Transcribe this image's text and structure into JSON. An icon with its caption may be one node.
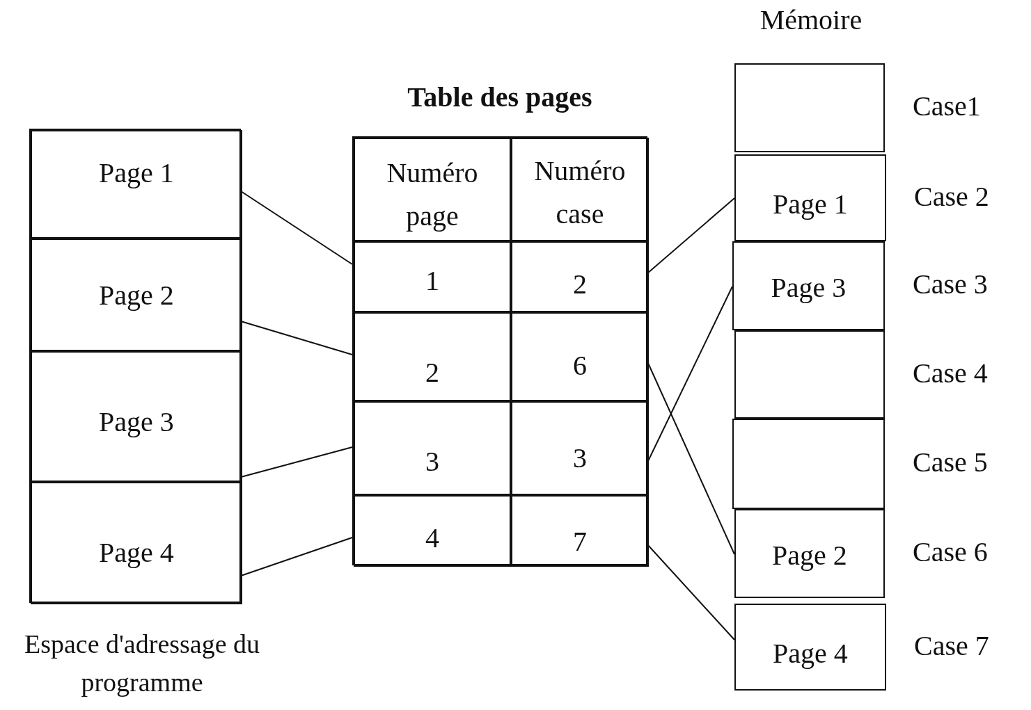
{
  "diagram": {
    "title": "Table des pages",
    "nodes": [
      {
        "text": [],
        "shape": "box",
        "beside": [
          "Espace d'adressage du programme"
        ]
      },
      {
        "text": [
          "Page 1"
        ],
        "in": 0
      },
      {
        "text": [
          "Page 2"
        ],
        "in": 0
      },
      {
        "text": [
          "Page 3"
        ],
        "in": 0
      },
      {
        "text": [
          "Page 4"
        ],
        "in": 0
      },
      {
        "text": [],
        "shape": "box"
      },
      {
        "text": [
          "Numéro page"
        ],
        "in": 5
      },
      {
        "text": [
          "Numéro case"
        ],
        "in": 5
      },
      {
        "text": [
          "1"
        ],
        "in": 5
      },
      {
        "text": [
          "2"
        ],
        "in": 5
      },
      {
        "text": [
          "2"
        ],
        "in": 5
      },
      {
        "text": [
          "6"
        ],
        "in": 5
      },
      {
        "text": [
          "3"
        ],
        "in": 5
      },
      {
        "text": [
          "3"
        ],
        "in": 5
      },
      {
        "text": [
          "4"
        ],
        "in": 5
      },
      {
        "text": [
          "7"
        ],
        "in": 5
      },
      {
        "text": [],
        "shape": "box",
        "beside": [
          "Case1"
        ]
      },
      {
        "text": [
          "Page 1"
        ],
        "beside": [
          "Case 2"
        ]
      },
      {
        "text": [
          "Page 3"
        ],
        "beside": [
          "Case 3"
        ]
      },
      {
        "text": [],
        "shape": "box",
        "beside": [
          "Case 4"
        ]
      },
      {
        "text": [],
        "shape": "box",
        "beside": [
          "Case 5"
        ]
      },
      {
        "text": [
          "Page 2"
        ],
        "beside": [
          "Case 6"
        ]
      },
      {
        "text": [
          "Page 4"
        ],
        "beside": [
          "Case 7"
        ]
      }
    ],
    "edges": [
      {
        "from": 1,
        "to": 8,
        "arrow": "none"
      },
      {
        "from": 2,
        "to": 10,
        "arrow": "none"
      },
      {
        "from": 3,
        "to": 12,
        "arrow": "none"
      },
      {
        "from": 4,
        "to": 14,
        "arrow": "none"
      },
      {
        "from": 9,
        "to": 17,
        "arrow": "none"
      },
      {
        "from": 11,
        "to": 21,
        "arrow": "none"
      },
      {
        "from": 13,
        "to": 18,
        "arrow": "none"
      },
      {
        "from": 15,
        "to": 22,
        "arrow": "none"
      }
    ],
    "labels": [
      "Mémoire"
    ]
  }
}
